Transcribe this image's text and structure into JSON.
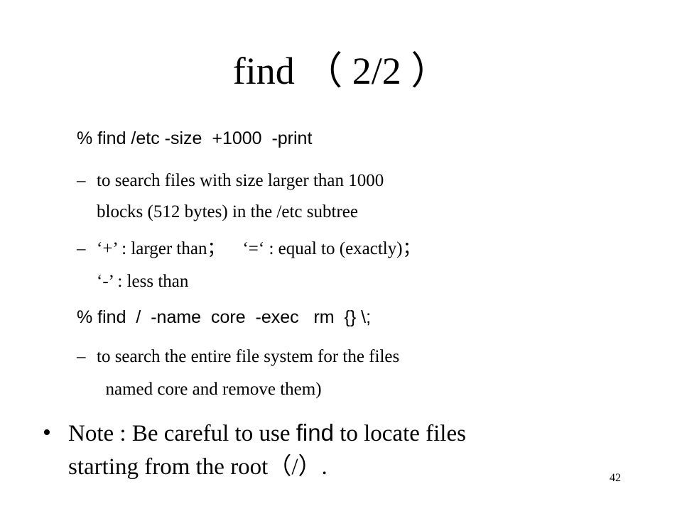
{
  "slide": {
    "title": "find （ 2/2 ）",
    "items": [
      {
        "type": "command",
        "text": "% find /etc -size  +1000  -print"
      },
      {
        "type": "sub",
        "dash": "–",
        "lines": [
          "to search files with size larger than 1000",
          "blocks (512 bytes) in the /etc subtree"
        ]
      },
      {
        "type": "sub",
        "dash": "–",
        "lines": [
          "‘+’ : larger than；    ‘=‘ : equal to (exactly)；",
          "‘-’ : less than"
        ]
      },
      {
        "type": "command",
        "text": "% find  /  -name  core  -exec   rm  {} \\;"
      },
      {
        "type": "sub",
        "dash": "–",
        "lines": [
          "to search the entire file system for the files",
          "  named core and remove them)"
        ]
      }
    ],
    "note": {
      "bullet": "•",
      "line1_before": "Note : Be careful to use ",
      "line1_keyword": "find",
      "line1_after": " to locate files",
      "line2": "starting from the root（/）."
    },
    "page_number": "42"
  }
}
